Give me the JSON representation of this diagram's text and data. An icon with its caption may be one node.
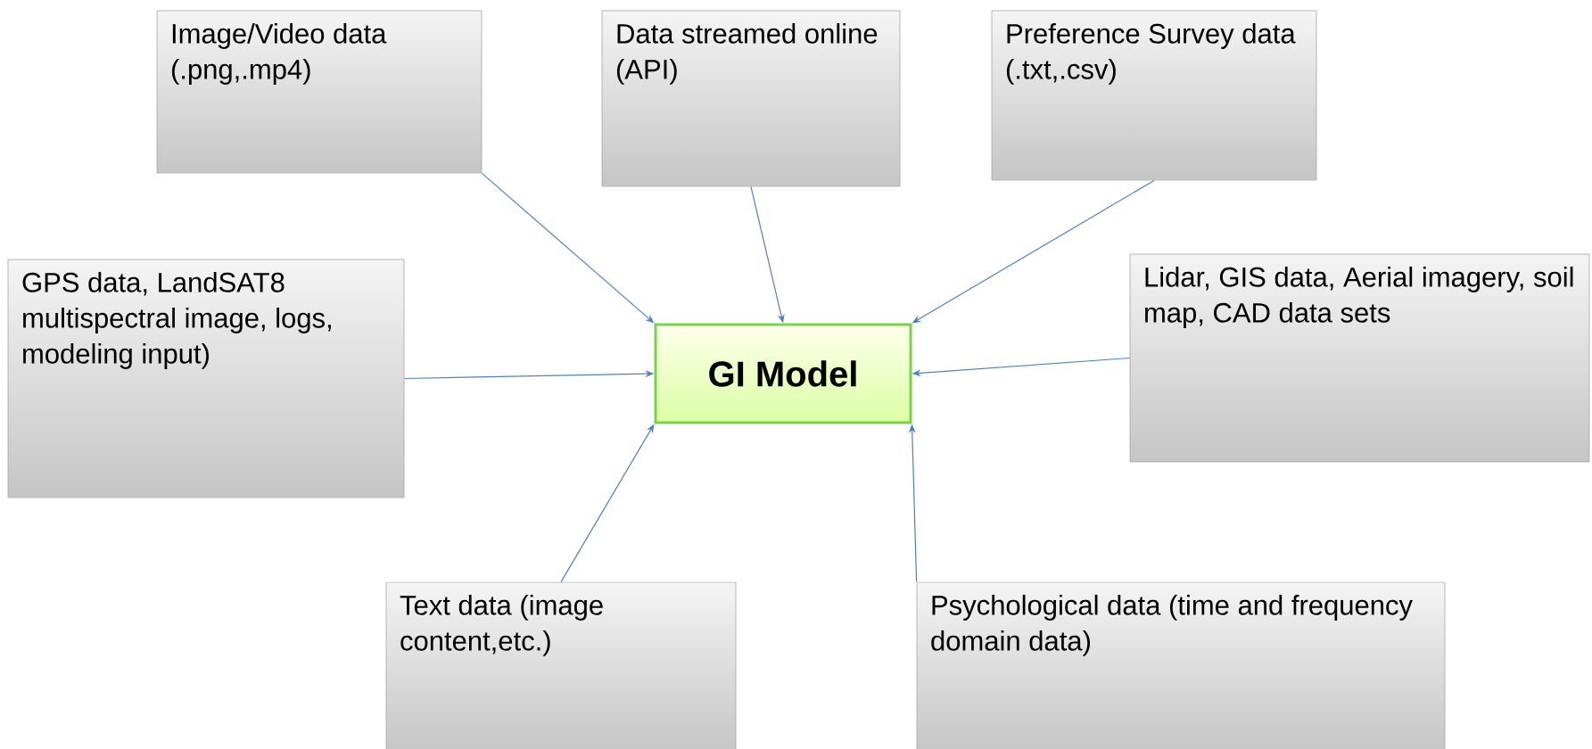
{
  "diagram": {
    "nodes": [
      {
        "text": [
          "Image/Video data (.png,.mp4)"
        ]
      },
      {
        "text": [
          "Data streamed online (API)"
        ]
      },
      {
        "text": [
          "Preference Survey data (.txt,.csv)"
        ]
      },
      {
        "text": [
          "GPS data, LandSAT8 multispectral image, logs, modeling input)"
        ]
      },
      {
        "text": [
          "GI Model"
        ]
      },
      {
        "text": [
          "Lidar, GIS data, Aerial imagery, soil map, CAD data sets"
        ]
      },
      {
        "text": [
          "Text data (image content,etc.)"
        ]
      },
      {
        "text": [
          "Psychological data (time and frequency domain data)"
        ]
      }
    ],
    "edges": [
      {
        "from": 0,
        "to": 4,
        "arrow": "to"
      },
      {
        "from": 1,
        "to": 4,
        "arrow": "to"
      },
      {
        "from": 2,
        "to": 4,
        "arrow": "to"
      },
      {
        "from": 3,
        "to": 4,
        "arrow": "to"
      },
      {
        "from": 5,
        "to": 4,
        "arrow": "to"
      },
      {
        "from": 6,
        "to": 4,
        "arrow": "to"
      },
      {
        "from": 7,
        "to": 4,
        "arrow": "to"
      }
    ]
  }
}
